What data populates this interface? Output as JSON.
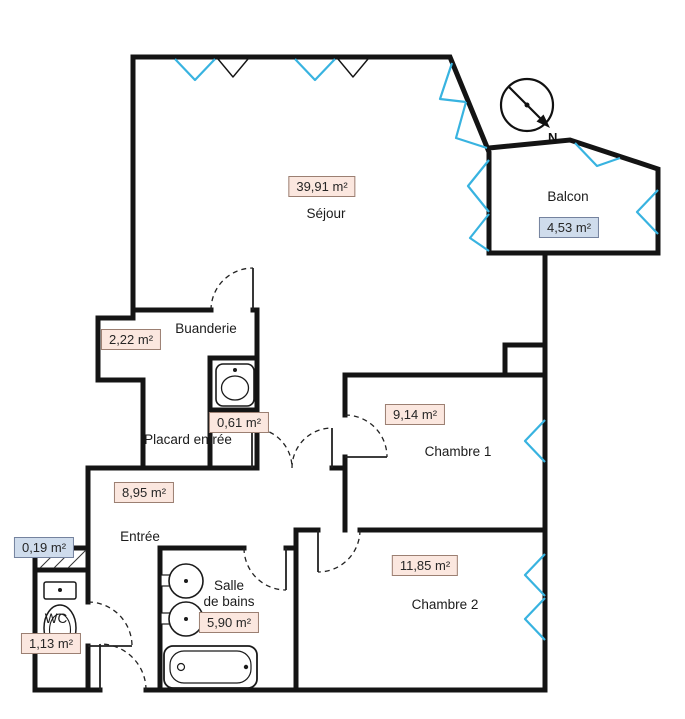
{
  "plan": {
    "rooms": {
      "sejour": {
        "name": "Séjour",
        "area": "39,91 m²"
      },
      "balcon": {
        "name": "Balcon",
        "area": "4,53 m²"
      },
      "buanderie": {
        "name": "Buanderie",
        "area": "2,22 m²"
      },
      "placard": {
        "name": "Placard entrée",
        "area": "0,61 m²"
      },
      "chambre1": {
        "name": "Chambre 1",
        "area": "9,14 m²"
      },
      "entree": {
        "name": "Entrée",
        "area": "8,95 m²"
      },
      "salle_de_bains": {
        "name": "Salle de bains",
        "name_lines": [
          "Salle",
          "de bains"
        ],
        "area": "5,90 m²"
      },
      "chambre2": {
        "name": "Chambre 2",
        "area": "11,85 m²"
      },
      "wc": {
        "name": "WC",
        "area": "1,13 m²"
      },
      "gaine": {
        "area": "0,19 m²"
      }
    },
    "compass": {
      "label": "N"
    },
    "colors": {
      "wall": "#141414",
      "window": "#38b3e0",
      "area_badge_bg": "#fbe7df",
      "area_badge_border": "#9b7f72",
      "area_badge_blue_bg": "#cfdcec",
      "area_badge_blue_border": "#74829e"
    }
  }
}
